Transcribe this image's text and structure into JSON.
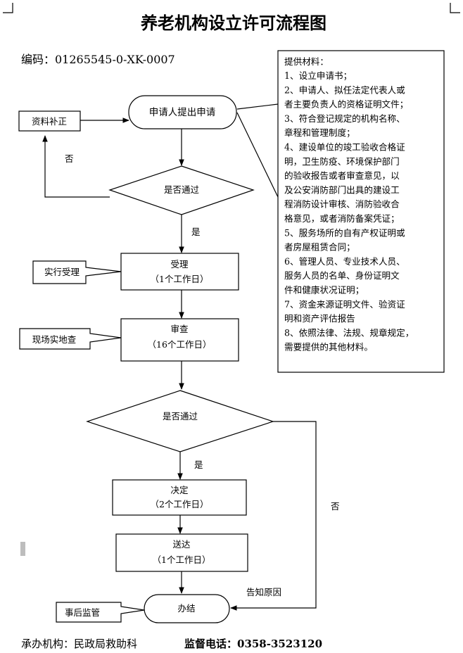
{
  "title": "养老机构设立许可流程图",
  "code": "编码：01265545-0-XK-0007",
  "materials": {
    "heading": "提供材料：",
    "lines": [
      "1、设立申请书；",
      "2、申请人、拟任法定代表人或",
      "者主要负责人的资格证明文件；",
      "3、符合登记规定的机构名称、",
      "章程和管理制度；",
      "4、建设单位的竣工验收合格证",
      "明，卫生防疫、环境保护部门",
      "的验收报告或者审查意见，以",
      "及公安消防部门出具的建设工",
      "程消防设计审核、消防验收合",
      "格意见，或者消防备案凭证；",
      "5、服务场所的自有产权证明或",
      "者房屋租赁合同；",
      "6、管理人员、专业技术人员、",
      "服务人员的名单、身份证明文",
      "件和健康状况证明；",
      "7、资金来源证明文件、验资证",
      "明和资产评估报告",
      "8、依照法律、法规、规章规定，",
      "需要提供的其他材料。"
    ]
  },
  "nodes": {
    "apply": "申请人提出申请",
    "supplement": "资料补正",
    "decision1": "是否通过",
    "no1": "否",
    "yes1": "是",
    "accept": "受理",
    "accept_days": "（1个工作日）",
    "accept_note": "实行受理",
    "review": "审查",
    "review_days": "（16个工作日）",
    "review_note": "现场实地查",
    "decision2": "是否通过",
    "yes2": "是",
    "no2": "否",
    "decide": "决定",
    "decide_days": "（2个工作日）",
    "deliver": "送达",
    "deliver_days": "（1个工作日）",
    "notify_reason": "告知原因",
    "finish": "办结",
    "supervise": "事后监管"
  },
  "footer": {
    "organizer": "承办机构：民政局救助科",
    "phone": "监督电话：0358-3523120"
  }
}
